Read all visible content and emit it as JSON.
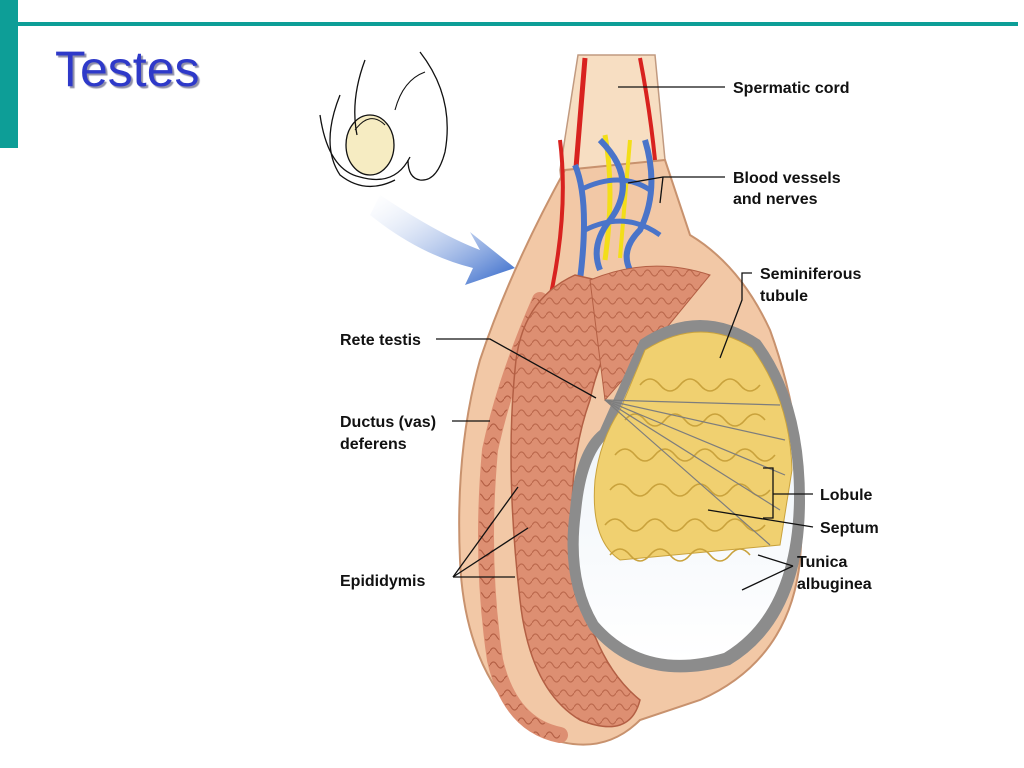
{
  "slide": {
    "title": "Testes"
  },
  "labels": {
    "spermatic_cord": "Spermatic cord",
    "blood_vessels_1": "Blood vessels",
    "blood_vessels_2": "and nerves",
    "seminiferous_1": "Seminiferous",
    "seminiferous_2": "tubule",
    "rete_testis": "Rete testis",
    "ductus_1": "Ductus (vas)",
    "ductus_2": "deferens",
    "lobule": "Lobule",
    "septum": "Septum",
    "tunica_1": "Tunica",
    "tunica_2": "albuginea",
    "epididymis": "Epididymis"
  },
  "colors": {
    "accent": "#0d9e97",
    "title": "#2e39c9",
    "tissue": "#f2c8a6",
    "epididymis": "#dd8f72",
    "tubule": "#f0d070",
    "tunica": "#8c8c8c",
    "artery": "#d8221f",
    "vein": "#4a74c9",
    "nerve": "#f3de18"
  }
}
